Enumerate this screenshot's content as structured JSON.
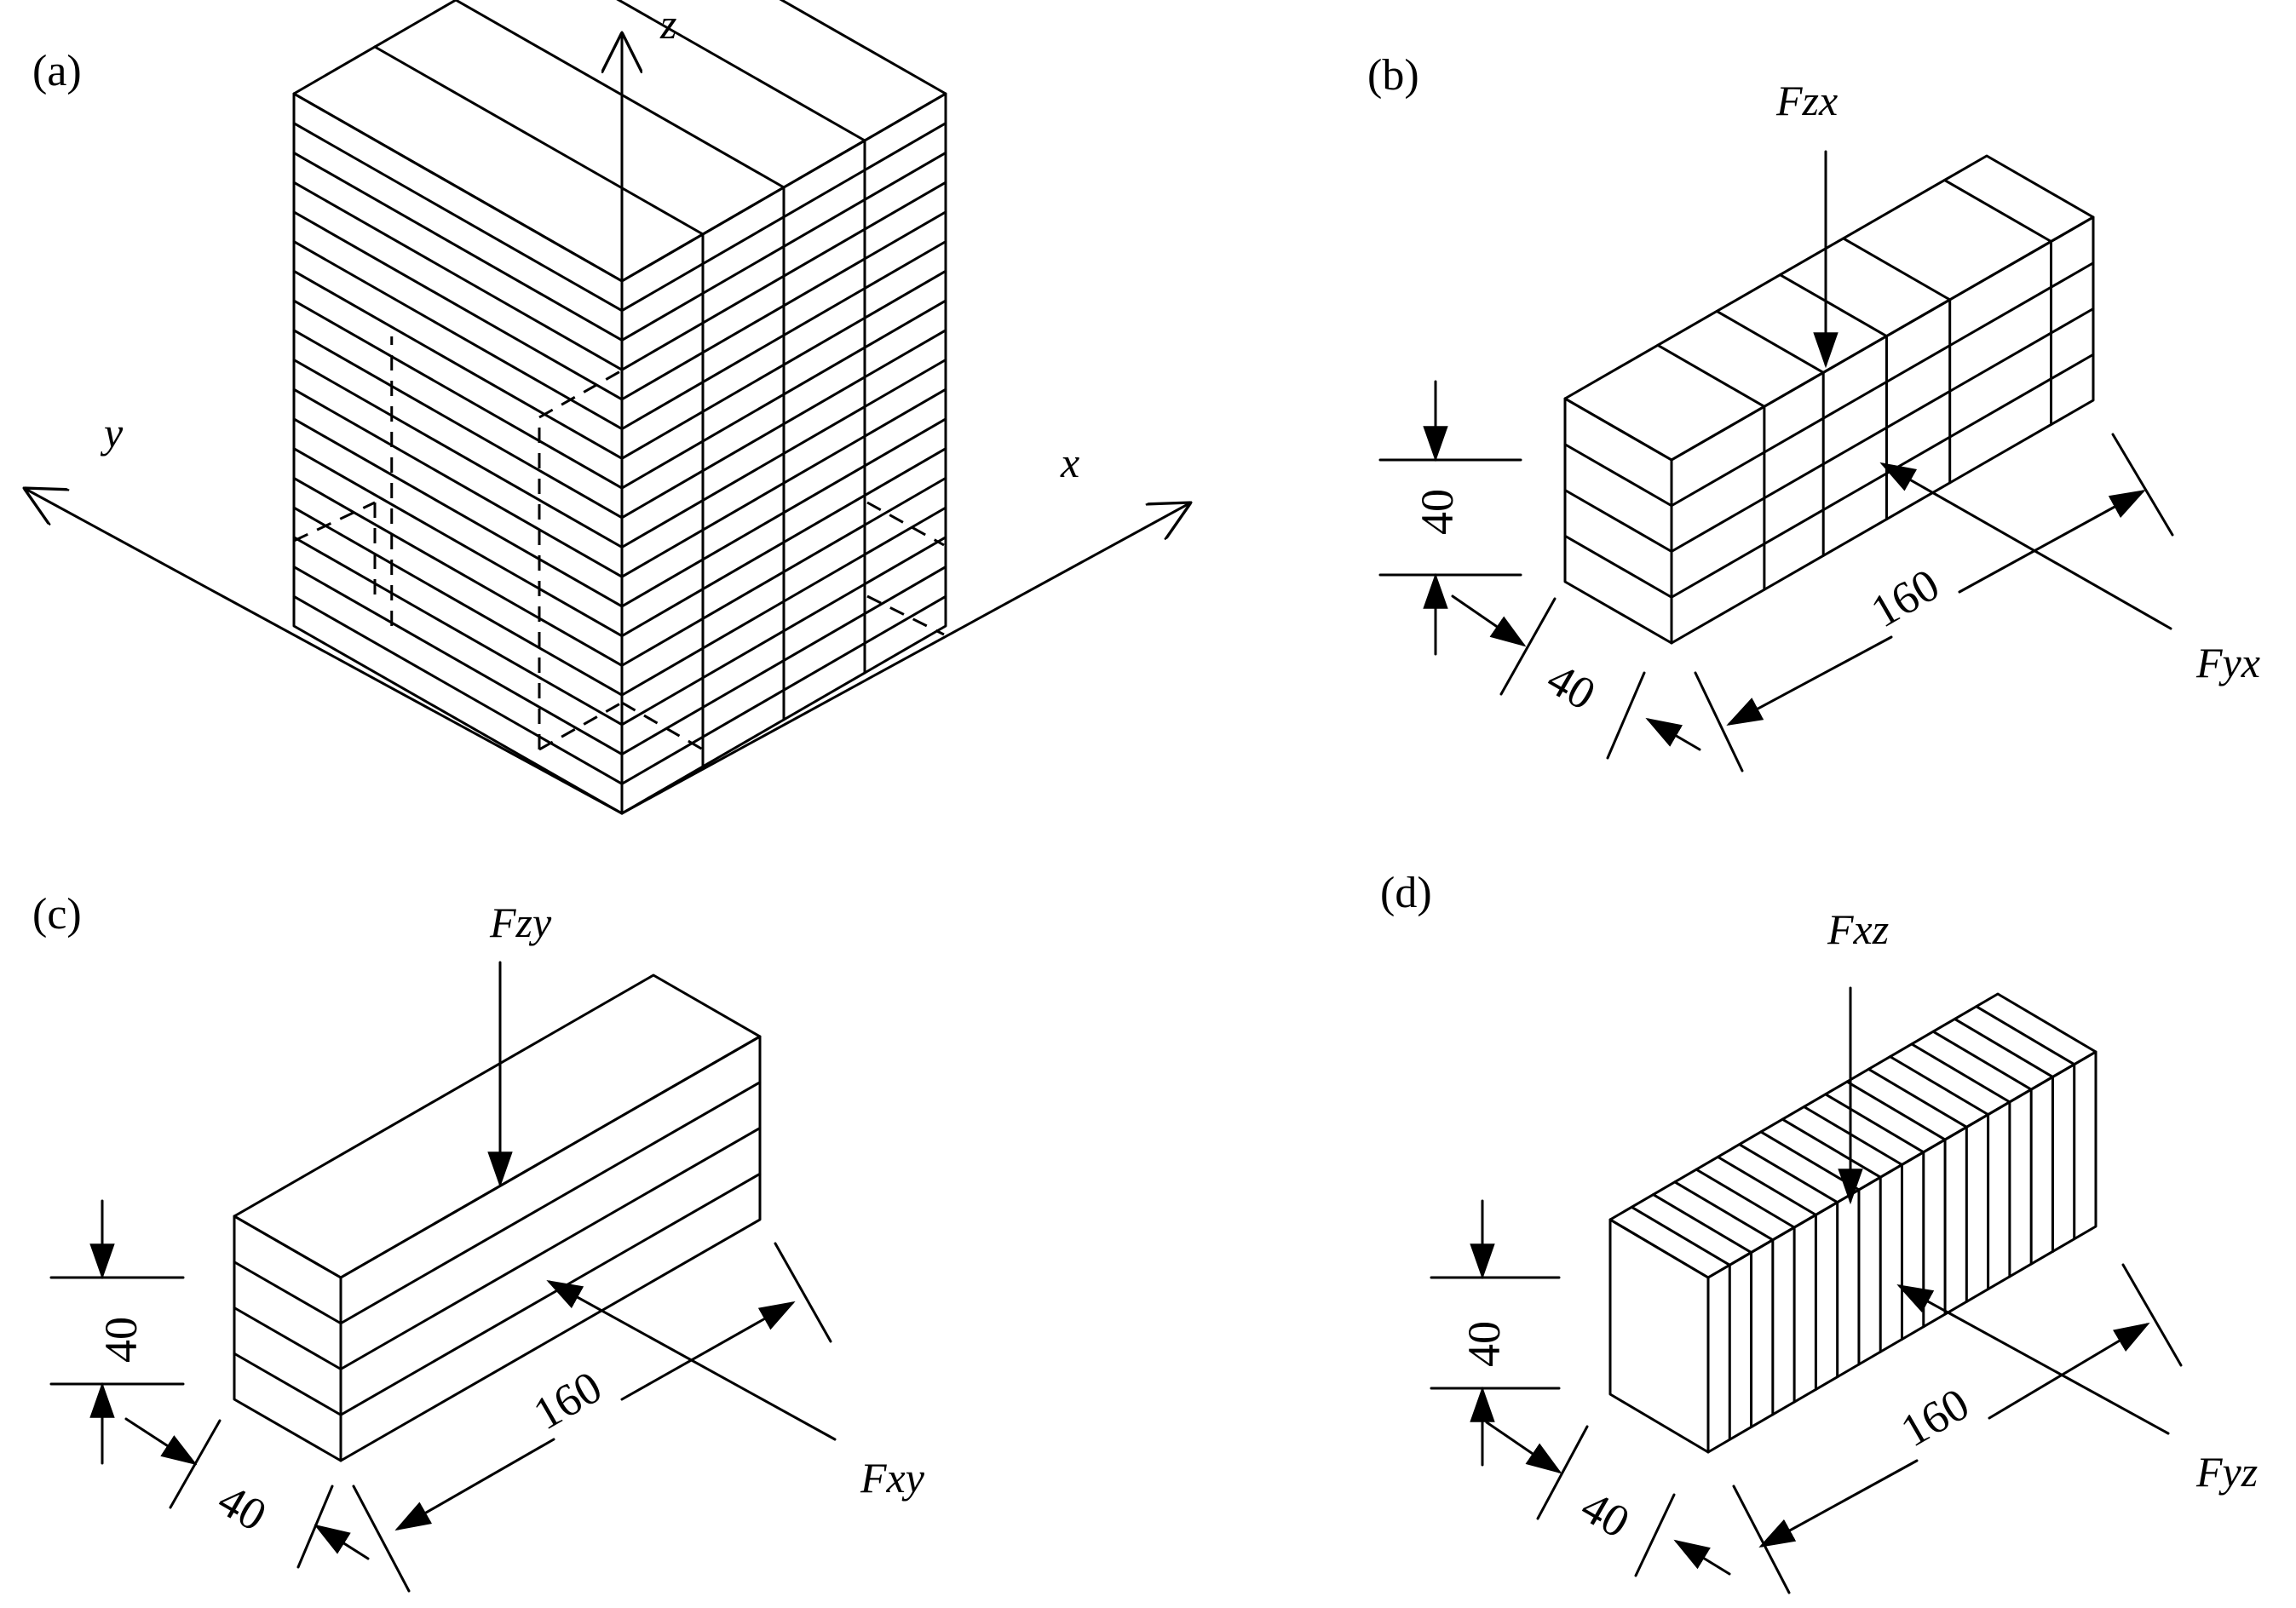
{
  "panels": {
    "a": {
      "label": "(a)",
      "axes": {
        "x": "x",
        "y": "y",
        "z": "z"
      }
    },
    "b": {
      "label": "(b)",
      "forces": {
        "vertical": "Fzx",
        "horizontal": "Fyx"
      },
      "dims": {
        "height": "40",
        "width": "40",
        "length": "160"
      },
      "layers": "horizontal-layers-with-cross-cuts"
    },
    "c": {
      "label": "(c)",
      "forces": {
        "vertical": "Fzy",
        "horizontal": "Fxy"
      },
      "dims": {
        "height": "40",
        "width": "40",
        "length": "160"
      },
      "layers": "horizontal-layers"
    },
    "d": {
      "label": "(d)",
      "forces": {
        "vertical": "Fxz",
        "horizontal": "Fyz"
      },
      "dims": {
        "height": "40",
        "width": "40",
        "length": "160"
      },
      "layers": "vertical-slices"
    }
  }
}
